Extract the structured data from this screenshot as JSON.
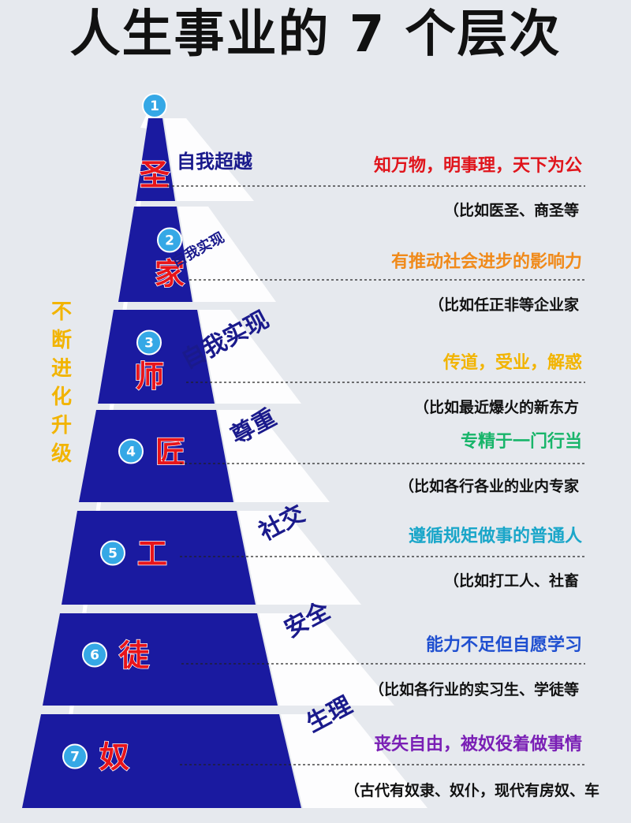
{
  "title": "人生事业的 7 个层次",
  "side_label": [
    "不",
    "断",
    "进",
    "化",
    "升",
    "级"
  ],
  "levels": [
    {
      "num": "1",
      "char": "圣",
      "need": "自我超越",
      "desc": "知万物，明事理，天下为公",
      "example": "（比如医圣、商圣等",
      "desc_color": "#e0141b"
    },
    {
      "num": "2",
      "char": "家",
      "need": "自我实现",
      "desc": "有推动社会进步的影响力",
      "example": "（比如任正非等企业家",
      "desc_color": "#f08a1a"
    },
    {
      "num": "3",
      "char": "师",
      "need": "自我实现",
      "desc": "传道，受业，解惑",
      "example": "（比如最近爆火的新东方",
      "desc_color": "#f2b400"
    },
    {
      "num": "4",
      "char": "匠",
      "need": "尊重",
      "desc": "专精于一门行当",
      "example": "（比如各行各业的业内专家",
      "desc_color": "#18b56a"
    },
    {
      "num": "5",
      "char": "工",
      "need": "社交",
      "desc": "遵循规矩做事的普通人",
      "example": "（比如打工人、社畜",
      "desc_color": "#1aa6c9"
    },
    {
      "num": "6",
      "char": "徒",
      "need": "安全",
      "desc": "能力不足但自愿学习",
      "example": "（比如各行业的实习生、学徒等",
      "desc_color": "#1f4fd0"
    },
    {
      "num": "7",
      "char": "奴",
      "need": "生理",
      "desc": "丧失自由，被奴役着做事情",
      "example": "（古代有奴隶、奴仆，现代有房奴、车",
      "desc_color": "#7a1fb5"
    }
  ],
  "colors": {
    "tier": "#1a1aa0",
    "tier_char": "#e8141a",
    "need_text": "#1a1a8c",
    "circle": "#35a8e6",
    "arrow": "#ffffff",
    "band": "#ffffff"
  }
}
